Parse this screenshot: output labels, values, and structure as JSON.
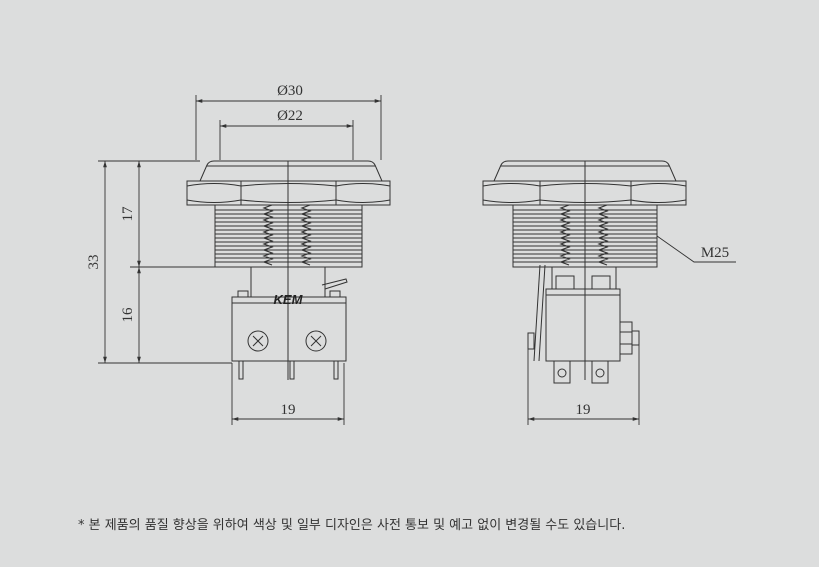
{
  "front_view": {
    "dim_outer_diameter": "Ø30",
    "dim_inner_diameter": "Ø22",
    "dim_total_height": "33",
    "dim_upper_height": "17",
    "dim_lower_height": "16",
    "dim_body_width": "19",
    "brand_logo": "KEM"
  },
  "side_view": {
    "thread_label": "M25",
    "dim_body_width": "19"
  },
  "footnote": "* 본 제품의 품질 향상을 위하여 색상 및 일부 디자인은 사전 통보 및 예고 없이 변경될 수도 있습니다.",
  "colors": {
    "background": "#dcdddd",
    "line": "#333333"
  }
}
